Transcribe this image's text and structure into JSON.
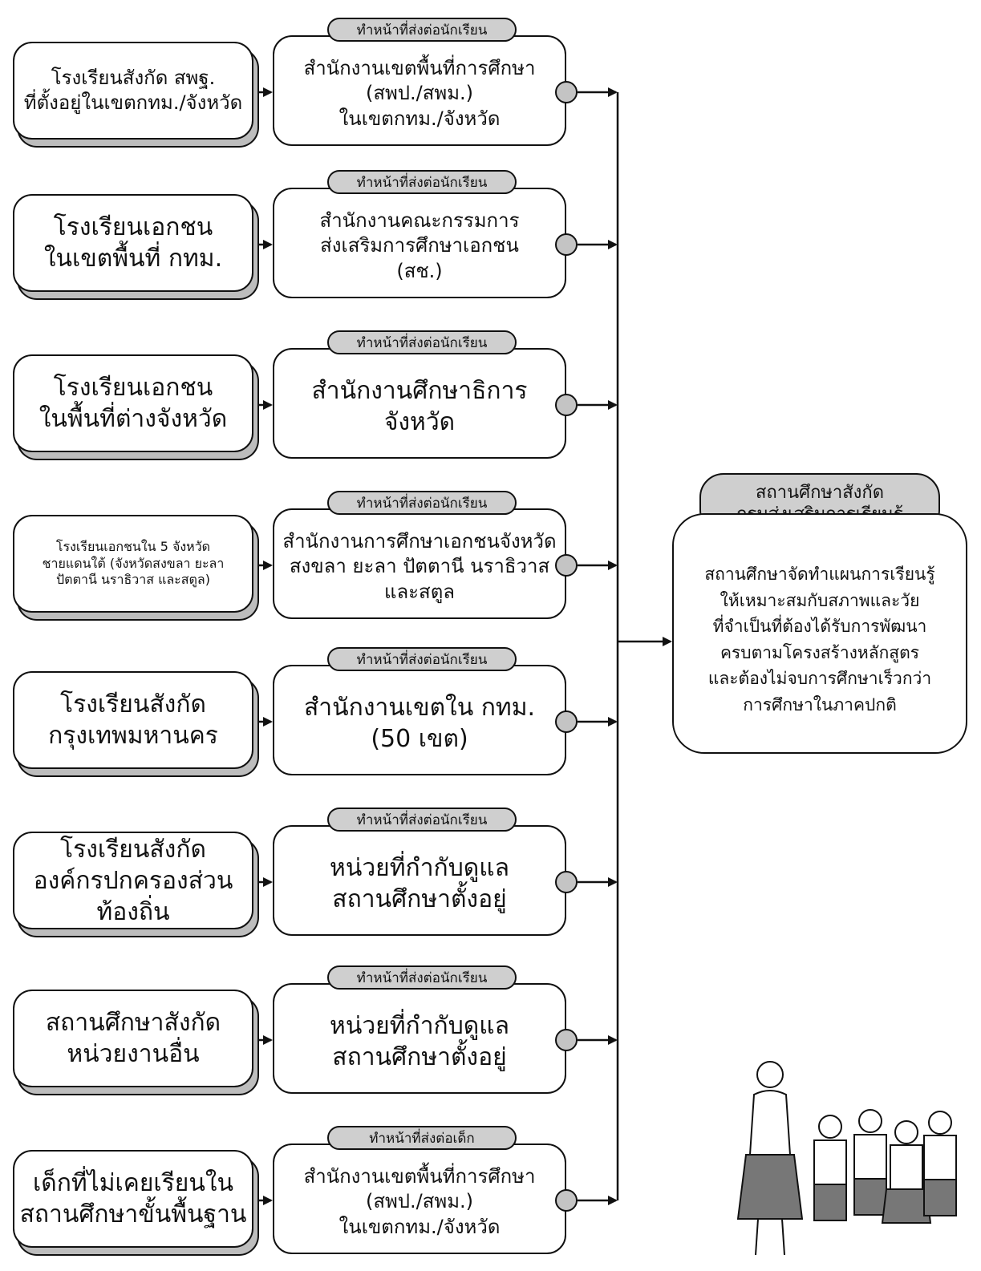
{
  "rows": [
    {
      "source": [
        "โรงเรียนสังกัด สพฐ.",
        "ที่ตั้งอยู่ในเขตกทม./จังหวัด"
      ],
      "tag": "ทำหน้าที่ส่งต่อนักเรียน",
      "office": [
        "สำนักงานเขตพื้นที่การศึกษา",
        "(สพป./สพม.)",
        "ในเขตกทม./จังหวัด"
      ]
    },
    {
      "source": [
        "โรงเรียนเอกชน",
        "ในเขตพื้นที่ กทม."
      ],
      "tag": "ทำหน้าที่ส่งต่อนักเรียน",
      "office": [
        "สำนักงานคณะกรรมการ",
        "ส่งเสริมการศึกษาเอกชน",
        "(สช.)"
      ]
    },
    {
      "source": [
        "โรงเรียนเอกชน",
        "ในพื้นที่ต่างจังหวัด"
      ],
      "tag": "ทำหน้าที่ส่งต่อนักเรียน",
      "office": [
        "สำนักงานศึกษาธิการ",
        "จังหวัด"
      ]
    },
    {
      "source": [
        "โรงเรียนเอกชนใน 5 จังหวัด",
        "ชายแดนใต้ (จังหวัดสงขลา ยะลา",
        "ปัตตานี นราธิวาส และสตูล)"
      ],
      "tag": "ทำหน้าที่ส่งต่อนักเรียน",
      "office": [
        "สำนักงานการศึกษาเอกชนจังหวัด",
        "สงขลา ยะลา ปัตตานี นราธิวาส",
        "และสตูล"
      ]
    },
    {
      "source": [
        "โรงเรียนสังกัด",
        "กรุงเทพมหานคร"
      ],
      "tag": "ทำหน้าที่ส่งต่อนักเรียน",
      "office": [
        "สำนักงานเขตใน กทม.",
        "(50 เขต)"
      ]
    },
    {
      "source": [
        "โรงเรียนสังกัด",
        "องค์กรปกครองส่วนท้องถิ่น"
      ],
      "tag": "ทำหน้าที่ส่งต่อนักเรียน",
      "office": [
        "หน่วยที่กำกับดูแล",
        "สถานศึกษาตั้งอยู่"
      ]
    },
    {
      "source": [
        "สถานศึกษาสังกัด",
        "หน่วยงานอื่น"
      ],
      "tag": "ทำหน้าที่ส่งต่อนักเรียน",
      "office": [
        "หน่วยที่กำกับดูแล",
        "สถานศึกษาตั้งอยู่"
      ]
    },
    {
      "source": [
        "เด็กที่ไม่เคยเรียนใน",
        "สถานศึกษาขั้นพื้นฐาน"
      ],
      "tag": "ทำหน้าที่ส่งต่อเด็ก",
      "office": [
        "สำนักงานเขตพื้นที่การศึกษา",
        "(สพป./สพม.)",
        "ในเขตกทม./จังหวัด"
      ]
    }
  ],
  "destination": {
    "tag": [
      "สถานศึกษาสังกัด",
      "กรมส่งเสริมการเรียนรู้"
    ],
    "body": [
      "สถานศึกษาจัดทำแผนการเรียนรู้",
      "ให้เหมาะสมกับสภาพและวัย",
      "ที่จำเป็นที่ต้องได้รับการพัฒนา",
      "ครบตามโครงสร้างหลักสูตร",
      "และต้องไม่จบการศึกษาเร็วกว่า",
      "การศึกษาในภาคปกติ"
    ]
  }
}
